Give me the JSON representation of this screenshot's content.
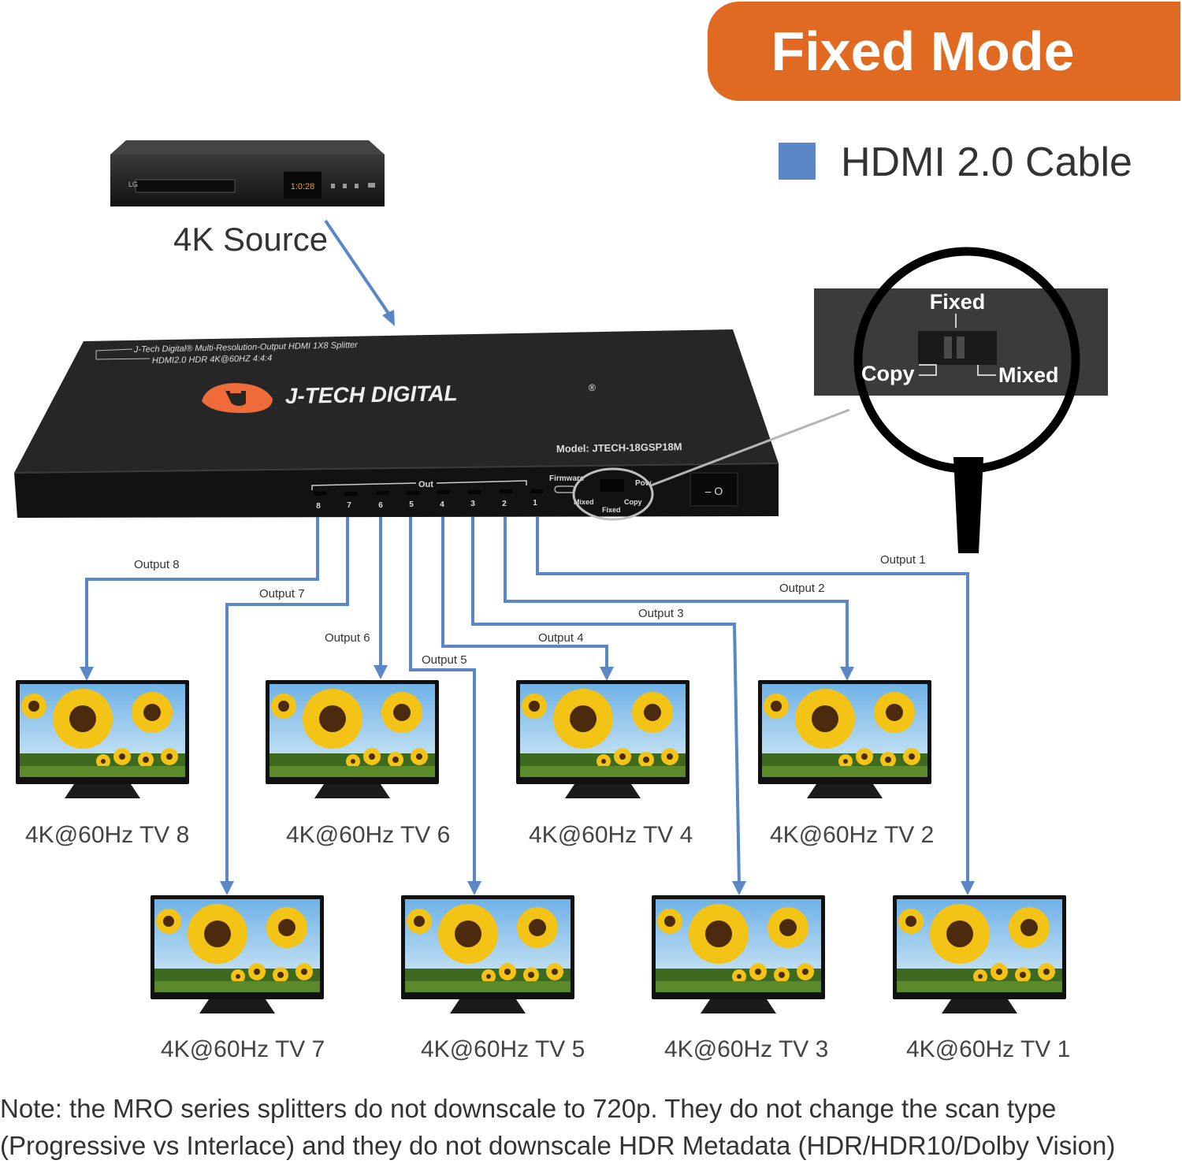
{
  "header": {
    "title": "Fixed Mode"
  },
  "legend": {
    "label": "HDMI 2.0 Cable",
    "color": "#5b87c7"
  },
  "source": {
    "label": "4K Source",
    "display": "1:0:28",
    "brand": "LG"
  },
  "device": {
    "line1": "J-Tech Digital® Multi-Resolution-Output HDMI 1X8 Splitter",
    "line2": "HDMI2.0 HDR 4K@60HZ 4:4:4",
    "brand": "J-TECH DIGITAL",
    "registered": "®",
    "model": "Model: JTECH-18GSP18M",
    "out_label": "Out",
    "firmware_label": "Firmware",
    "power_label": "Pow",
    "port_numbers": [
      "8",
      "7",
      "6",
      "5",
      "4",
      "3",
      "2",
      "1"
    ],
    "switch_small": {
      "mixed": "Mixed",
      "fixed": "Fixed",
      "copy": "Copy"
    },
    "power_switch_symbols": "– O"
  },
  "zoom": {
    "fixed": "Fixed",
    "copy": "Copy",
    "mixed": "Mixed"
  },
  "outputs": [
    "Output 8",
    "Output 7",
    "Output 6",
    "Output 5",
    "Output 4",
    "Output 3",
    "Output 2",
    "Output 1"
  ],
  "tvs": {
    "top_row": [
      "4K@60Hz TV 8",
      "4K@60Hz TV 6",
      "4K@60Hz TV 4",
      "4K@60Hz TV 2"
    ],
    "bottom_row": [
      "4K@60Hz TV 7",
      "4K@60Hz TV 5",
      "4K@60Hz TV 3",
      "4K@60Hz TV 1"
    ]
  },
  "note": {
    "line1": "Note: the MRO series splitters do not downscale to 720p. They do not change the scan type",
    "line2": "(Progressive vs Interlace) and they do not downscale HDR Metadata (HDR/HDR10/Dolby Vision)"
  }
}
